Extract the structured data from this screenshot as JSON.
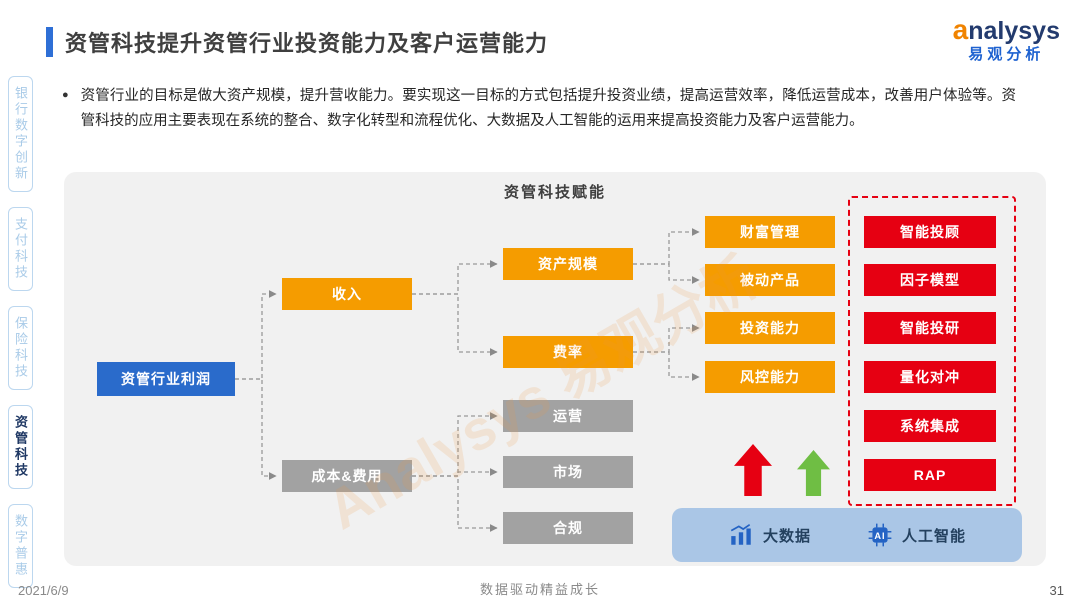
{
  "header": {
    "title": "资管科技提升资管行业投资能力及客户运营能力",
    "logo": {
      "brand_a": "a",
      "brand_rest": "nalysys",
      "subtext": "易观分析"
    }
  },
  "intro": {
    "bullet": "●",
    "text": "资管行业的目标是做大资产规模，提升营收能力。要实现这一目标的方式包括提升投资业绩，提高运营效率，降低运营成本，改善用户体验等。资管科技的应用主要表现在系统的整合、数字化转型和流程优化、大数据及人工智能的运用来提高投资能力及客户运营能力。"
  },
  "sidebar": {
    "items": [
      {
        "label": "银行数字创新",
        "active": false
      },
      {
        "label": "支付科技",
        "active": false
      },
      {
        "label": "保险科技",
        "active": false
      },
      {
        "label": "资管科技",
        "active": true
      },
      {
        "label": "数字普惠",
        "active": false
      }
    ]
  },
  "diagram": {
    "title": "资管科技赋能",
    "watermark": "Analysys 易观分析",
    "root": {
      "label": "资管行业利润"
    },
    "income": {
      "label": "收入"
    },
    "cost": {
      "label": "成本&费用"
    },
    "scale": {
      "label": "资产规模"
    },
    "rate": {
      "label": "费率"
    },
    "ops": {
      "label": "运营"
    },
    "market": {
      "label": "市场"
    },
    "compliance": {
      "label": "合规"
    },
    "wealth": {
      "label": "财富管理"
    },
    "passive": {
      "label": "被动产品"
    },
    "invest": {
      "label": "投资能力"
    },
    "risk": {
      "label": "风控能力"
    },
    "tech_items": [
      {
        "label": "智能投顾"
      },
      {
        "label": "因子模型"
      },
      {
        "label": "智能投研"
      },
      {
        "label": "量化对冲"
      },
      {
        "label": "系统集成"
      },
      {
        "label": "RAP"
      }
    ],
    "foundation": {
      "bigdata": "大数据",
      "ai": "人工智能",
      "ai_icon_text": "AI"
    }
  },
  "colors": {
    "accent_blue": "#2E6FD6",
    "orange_box": "#F59C00",
    "gray_box": "#A2A2A2",
    "blue_box": "#2A6BCB",
    "red_box": "#E60012",
    "panel_bg": "#F1F1F1",
    "foundation_bar": "#AAC6E6",
    "green_arrow": "#6FBE44"
  },
  "footer": {
    "date": "2021/6/9",
    "center": "数据驱动精益成长",
    "page": "31"
  }
}
